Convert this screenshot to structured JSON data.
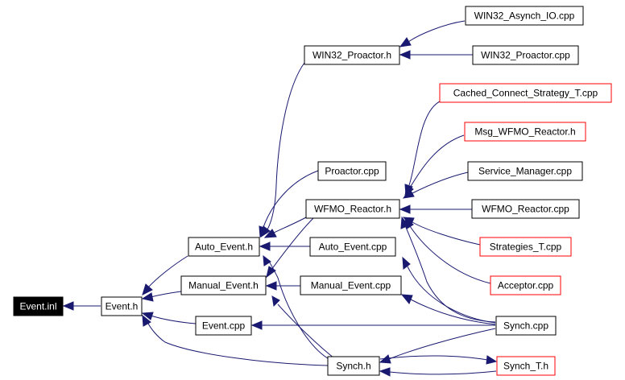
{
  "nodes": {
    "event_inl": "Event.inl",
    "event_h": "Event.h",
    "auto_event_h": "Auto_Event.h",
    "manual_event_h": "Manual_Event.h",
    "event_cpp": "Event.cpp",
    "synch_h": "Synch.h",
    "win32_proactor_h": "WIN32_Proactor.h",
    "proactor_cpp": "Proactor.cpp",
    "wfmo_reactor_h": "WFMO_Reactor.h",
    "auto_event_cpp": "Auto_Event.cpp",
    "manual_event_cpp": "Manual_Event.cpp",
    "win32_asynch_io_cpp": "WIN32_Asynch_IO.cpp",
    "win32_proactor_cpp": "WIN32_Proactor.cpp",
    "cached_connect_strategy_t_cpp": "Cached_Connect_Strategy_T.cpp",
    "msg_wfmo_reactor_h": "Msg_WFMO_Reactor.h",
    "service_manager_cpp": "Service_Manager.cpp",
    "wfmo_reactor_cpp": "WFMO_Reactor.cpp",
    "strategies_t_cpp": "Strategies_T.cpp",
    "acceptor_cpp": "Acceptor.cpp",
    "synch_cpp": "Synch.cpp",
    "synch_t_h": "Synch_T.h"
  },
  "colors": {
    "edge": "#191970",
    "root_fill": "#000000",
    "root_text": "#ffffff",
    "node_border": "#000000",
    "highlight_border": "#ff0000"
  }
}
